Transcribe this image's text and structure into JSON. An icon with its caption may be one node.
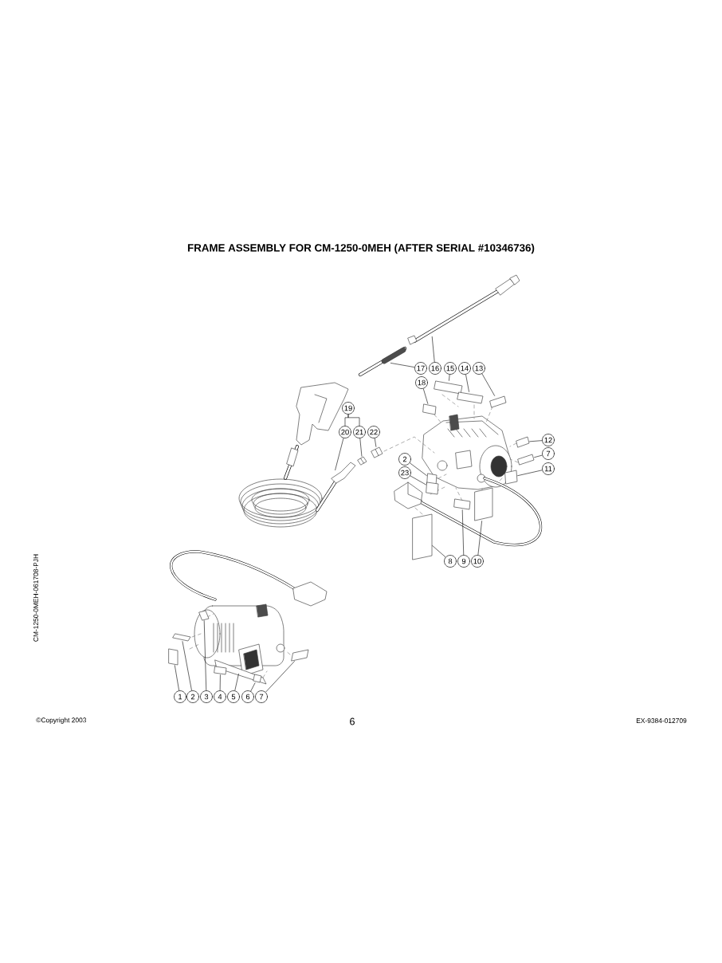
{
  "diagram": {
    "title": "FRAME ASSEMBLY FOR CM-1250-0MEH (AFTER SERIAL #10346736)",
    "nodes": [
      {
        "text": [
          "17"
        ]
      },
      {
        "text": [
          "16"
        ]
      },
      {
        "text": [
          "15"
        ]
      },
      {
        "text": [
          "14"
        ]
      },
      {
        "text": [
          "13"
        ]
      },
      {
        "text": [
          "18"
        ]
      },
      {
        "text": [
          "19"
        ]
      },
      {
        "text": [
          "20"
        ]
      },
      {
        "text": [
          "21"
        ]
      },
      {
        "text": [
          "22"
        ]
      },
      {
        "text": [
          "12"
        ]
      },
      {
        "text": [
          "7"
        ]
      },
      {
        "text": [
          "2"
        ]
      },
      {
        "text": [
          "11"
        ]
      },
      {
        "text": [
          "23"
        ]
      },
      {
        "text": [
          "8"
        ]
      },
      {
        "text": [
          "9"
        ]
      },
      {
        "text": [
          "10"
        ]
      },
      {
        "text": [
          "1"
        ]
      },
      {
        "text": [
          "2"
        ]
      },
      {
        "text": [
          "3"
        ]
      },
      {
        "text": [
          "4"
        ]
      },
      {
        "text": [
          "5"
        ]
      },
      {
        "text": [
          "6"
        ]
      },
      {
        "text": [
          "7"
        ]
      },
      {
        "text": [],
        "shape": "box"
      },
      {
        "text": [],
        "shape": "box"
      },
      {
        "text": [],
        "shape": "box"
      },
      {
        "text": [],
        "shape": "box"
      },
      {
        "text": [],
        "shape": "box"
      },
      {
        "text": [],
        "shape": "box"
      },
      {
        "text": [],
        "shape": "box"
      },
      {
        "text": [],
        "shape": "box"
      },
      {
        "text": [],
        "shape": "box"
      },
      {
        "text": [],
        "shape": "box"
      },
      {
        "text": [],
        "shape": "box"
      },
      {
        "text": [],
        "shape": "box"
      },
      {
        "text": [],
        "shape": "picture"
      },
      {
        "text": [],
        "shape": "picture"
      },
      {
        "text": [],
        "shape": "box"
      },
      {
        "text": [],
        "shape": "box"
      },
      {
        "text": [],
        "shape": "box"
      },
      {
        "text": [],
        "shape": "box"
      },
      {
        "text": [],
        "shape": "box"
      },
      {
        "text": [],
        "shape": "box"
      }
    ],
    "edges": [
      {
        "from": 0,
        "to": null,
        "arrow": "none"
      },
      {
        "from": 1,
        "to": null,
        "arrow": "none"
      },
      {
        "from": 2,
        "to": 25,
        "arrow": "none"
      },
      {
        "from": 3,
        "to": 26,
        "arrow": "none"
      },
      {
        "from": 4,
        "to": 27,
        "arrow": "none"
      },
      {
        "from": 5,
        "to": 28,
        "arrow": "none"
      },
      {
        "from": 7,
        "to": null,
        "arrow": "none"
      },
      {
        "from": 8,
        "to": 38,
        "arrow": "none"
      },
      {
        "from": 9,
        "to": 37,
        "arrow": "none"
      },
      {
        "from": 10,
        "to": 29,
        "arrow": "none"
      },
      {
        "from": 11,
        "to": 30,
        "arrow": "none"
      },
      {
        "from": 12,
        "to": 32,
        "arrow": "none"
      },
      {
        "from": 13,
        "to": 31,
        "arrow": "none"
      },
      {
        "from": 14,
        "to": 33,
        "arrow": "none"
      },
      {
        "from": 15,
        "to": 36,
        "arrow": "none"
      },
      {
        "from": 16,
        "to": 34,
        "arrow": "none"
      },
      {
        "from": 17,
        "to": 35,
        "arrow": "none"
      },
      {
        "from": 18,
        "to": 41,
        "arrow": "none"
      },
      {
        "from": 19,
        "to": 40,
        "arrow": "none"
      },
      {
        "from": 20,
        "to": 39,
        "arrow": "none"
      },
      {
        "from": 21,
        "to": 43,
        "arrow": "none"
      },
      {
        "from": 22,
        "to": null,
        "arrow": "none"
      },
      {
        "from": 23,
        "to": 44,
        "arrow": "none"
      },
      {
        "from": 24,
        "to": 42,
        "arrow": "none"
      },
      {
        "from": 6,
        "to": 7,
        "arrow": "none"
      },
      {
        "from": 6,
        "to": 8,
        "arrow": "none"
      }
    ],
    "labels": [
      "CM-1250-0MEH-061708-PJH",
      "©Copyright 2003",
      "6",
      "EX-9384-012709"
    ]
  }
}
